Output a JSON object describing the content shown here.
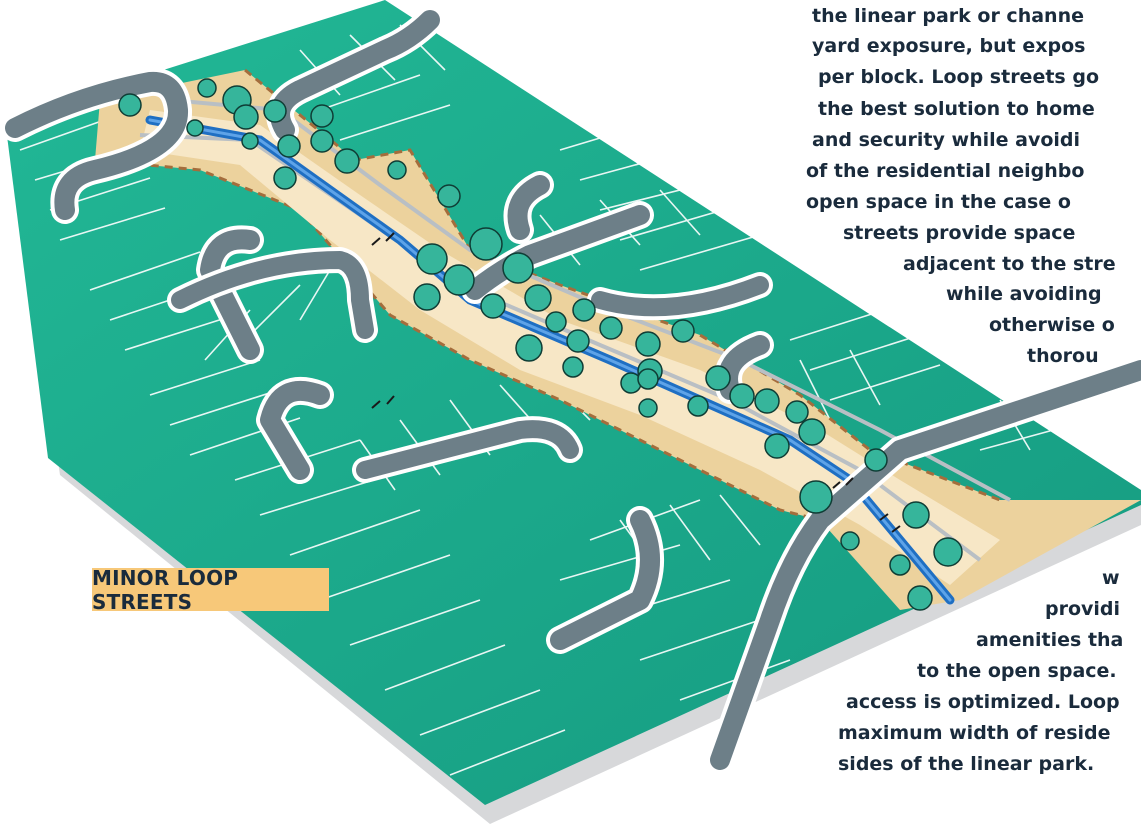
{
  "label": "MINOR LOOP STREETS",
  "text_upper": [
    "the linear park or channe",
    "yard exposure, but expos",
    "per block. Loop streets go",
    "the best solution to home",
    "and security while avoidi",
    "of the residential neighbo",
    "open space in the case o",
    "streets provide space",
    "adjacent to the stre",
    "while avoiding",
    "otherwise o",
    "thorou"
  ],
  "text_lower": [
    "w",
    "providi",
    "amenities tha",
    "to the open space.",
    "access is optimized. Loop",
    "maximum width of reside",
    "sides of the linear park."
  ],
  "colors": {
    "lot_green": "#1fae8e",
    "lot_green_dark": "#139a7c",
    "road": "#6d7f88",
    "curb": "#ffffff",
    "park_sand": "#ecd29d",
    "park_light": "#f7e7c6",
    "water": "#2a7fd3",
    "tree": "#2cae94",
    "label_bg": "#f7c879",
    "text": "#1a2b3c"
  }
}
